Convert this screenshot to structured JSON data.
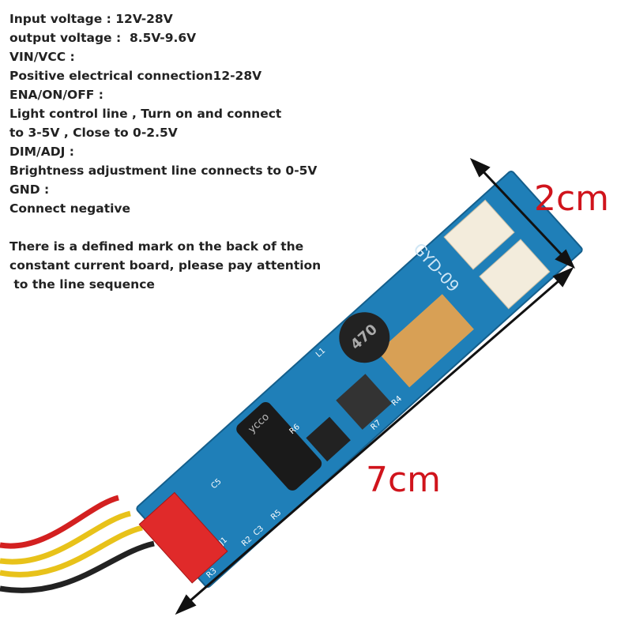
{
  "spec_lines": [
    "Input voltage : 12V-28V",
    "output voltage :  8.5V-9.6V",
    "VIN/VCC :",
    "Positive electrical connection12-28V",
    "ENA/ON/OFF :",
    "Light control line , Turn on and connect",
    "to 3-5V , Close to 0-2.5V",
    "DIM/ADJ :",
    "Brightness adjustment line connects to 0-5V",
    "GND :",
    "Connect negative",
    "",
    "There is a defined mark on the back of the",
    "constant current board, please pay attention",
    " to the line sequence"
  ],
  "dimensions": {
    "width_label": "2cm",
    "length_label": "7cm"
  },
  "board_markings": {
    "model": "GYD-09",
    "inductor": "470",
    "cap": "ycco",
    "r4": "R4",
    "r6": "R6",
    "r7": "R7",
    "r5": "R5",
    "r2": "R2",
    "c3": "C3",
    "c5": "C5",
    "j1": "J1",
    "r3": "R3",
    "l1": "L1"
  },
  "colors": {
    "board": "#1f7fb8",
    "dim_text": "#d0141c",
    "connector": "#e02a2a",
    "white_conn": "#f3ecdc"
  }
}
